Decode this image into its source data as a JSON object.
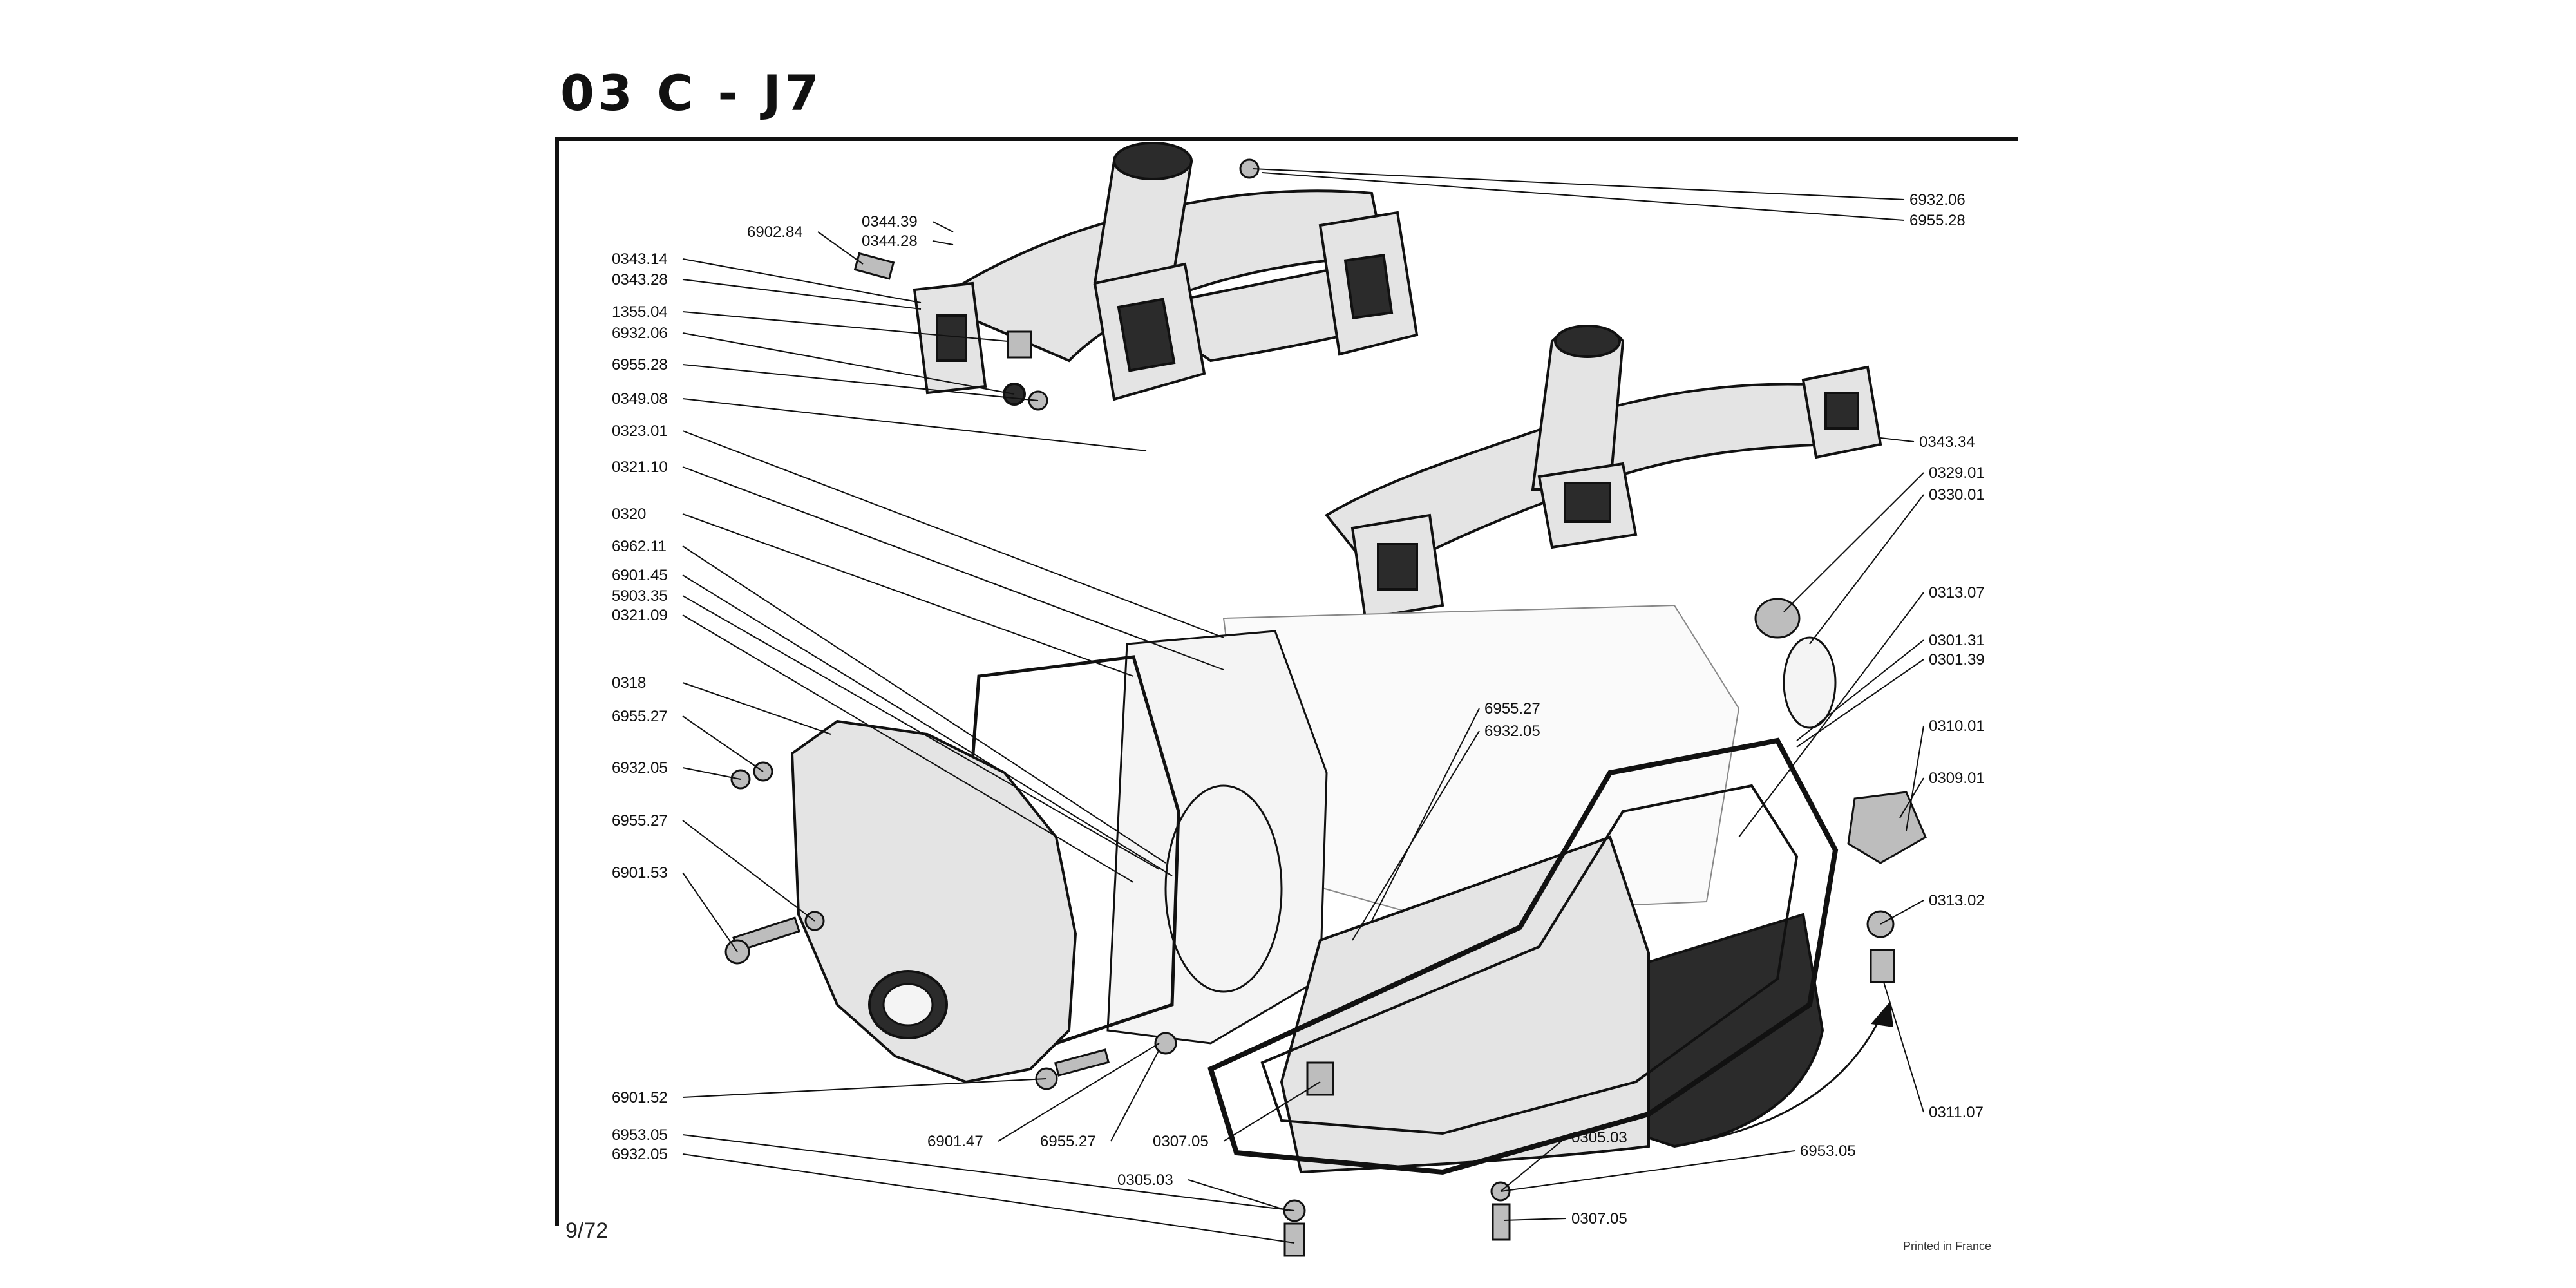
{
  "header": {
    "title": "03 C - J7"
  },
  "footer": {
    "page_number": "9/72",
    "printed_note": "Printed in France"
  },
  "part_labels": [
    "6932.06",
    "6955.28",
    "6902.84",
    "0344.39",
    "0344.28",
    "0343.14",
    "0343.28",
    "1355.04",
    "6932.06",
    "6955.28",
    "0349.08",
    "0343.34",
    "0323.01",
    "0321.10",
    "0320",
    "6962.11",
    "6901.45",
    "5903.35",
    "0321.09",
    "0318",
    "6955.27",
    "6932.05",
    "6955.27",
    "6901.53",
    "0329.01",
    "0330.01",
    "0313.07",
    "0301.31",
    "0301.39",
    "6955.27",
    "6932.05",
    "0310.01",
    "0309.01",
    "0313.02",
    "0311.07",
    "6901.52",
    "6901.47",
    "6955.27",
    "0307.05",
    "0305.03",
    "6953.05",
    "6953.05",
    "6932.05",
    "0305.03",
    "0307.05"
  ],
  "colors": {
    "ink": "#111111",
    "paper": "#ffffff",
    "metal": "#e4e4e4",
    "shadow": "#2b2b2b"
  }
}
